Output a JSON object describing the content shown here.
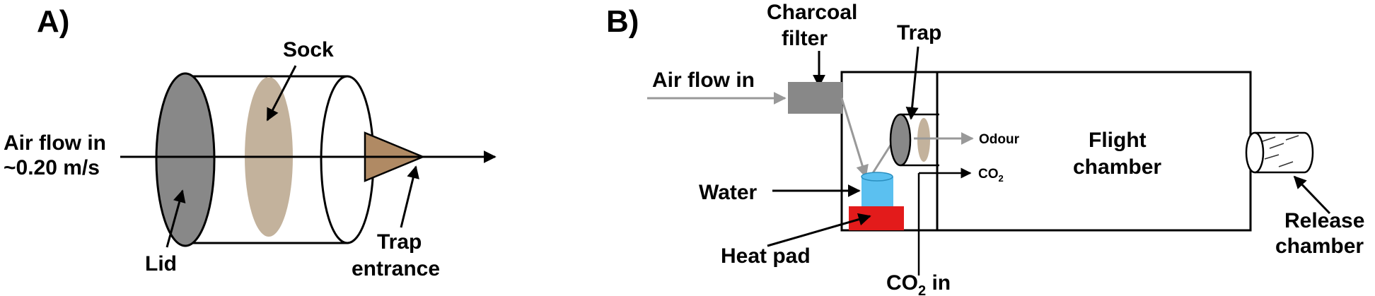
{
  "panel_a": {
    "panel_label": "A)",
    "sock_label": "Sock",
    "air_flow_line1": "Air flow in",
    "air_flow_line2": "~0.20 m/s",
    "lid_label": "Lid",
    "trap_entrance_line1": "Trap",
    "trap_entrance_line2": "entrance"
  },
  "panel_b": {
    "panel_label": "B)",
    "charcoal_line1": "Charcoal",
    "charcoal_line2": "filter",
    "trap_label": "Trap",
    "air_flow_label": "Air flow in",
    "odour_label": "Odour",
    "co2_out_label": "CO",
    "co2_out_sub": "2",
    "flight_line1": "Flight",
    "flight_line2": "chamber",
    "water_label": "Water",
    "heat_pad_label": "Heat pad",
    "co2_in_label": "CO",
    "co2_in_sub": "2",
    "co2_in_suffix": " in",
    "release_line1": "Release",
    "release_line2": "chamber"
  },
  "colors": {
    "lid": "#888888",
    "sock": "#c3b29c",
    "cone": "#b08a64",
    "filter": "#888888",
    "water": "#5bc0f0",
    "heat_pad": "#e31b1b",
    "gray_arrow": "#999999"
  }
}
